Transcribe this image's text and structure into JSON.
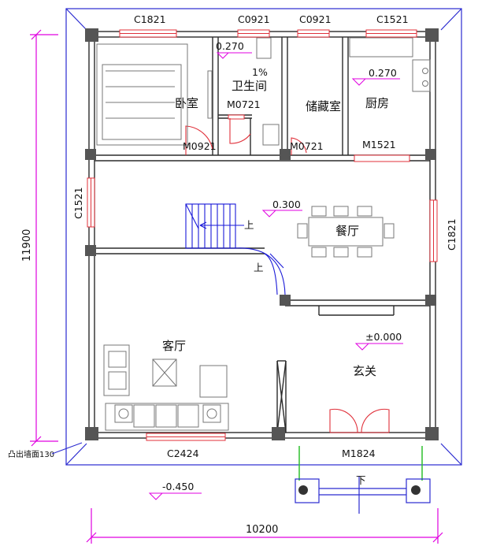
{
  "rooms": {
    "bedroom": "卧室",
    "bathroom": "卫生间",
    "storage": "储藏室",
    "kitchen": "厨房",
    "dining": "餐厅",
    "living": "客厅",
    "foyer": "玄关"
  },
  "windows": {
    "w_c1821_top": "C1821",
    "w_c0921_a": "C0921",
    "w_c0921_b": "C0921",
    "w_c1521_top": "C1521",
    "w_c1521_left": "C1521",
    "w_c1821_right": "C1821",
    "w_c2424": "C2424"
  },
  "doors": {
    "d_m0921": "M0921",
    "d_m0721_bath": "M0721",
    "d_m0721_store": "M0721",
    "d_m1521": "M1521",
    "d_m1824": "M1824"
  },
  "levels": {
    "bath": "0.270",
    "kitchen": "0.270",
    "dining": "0.300",
    "foyer": "±0.000",
    "outdoor": "-0.450"
  },
  "marks": {
    "slope": "1%",
    "up1": "上",
    "up2": "上",
    "down": "下"
  },
  "dims": {
    "height": "11900",
    "width": "10200"
  },
  "notes": {
    "eave": "凸出墙面130"
  },
  "colors": {
    "wall": "#2b2b2b",
    "window": "#e0303a",
    "dim": "#e000e0",
    "outline": "#2a2ad0",
    "stair": "#1a1ad8",
    "rail": "#2ec02e"
  }
}
